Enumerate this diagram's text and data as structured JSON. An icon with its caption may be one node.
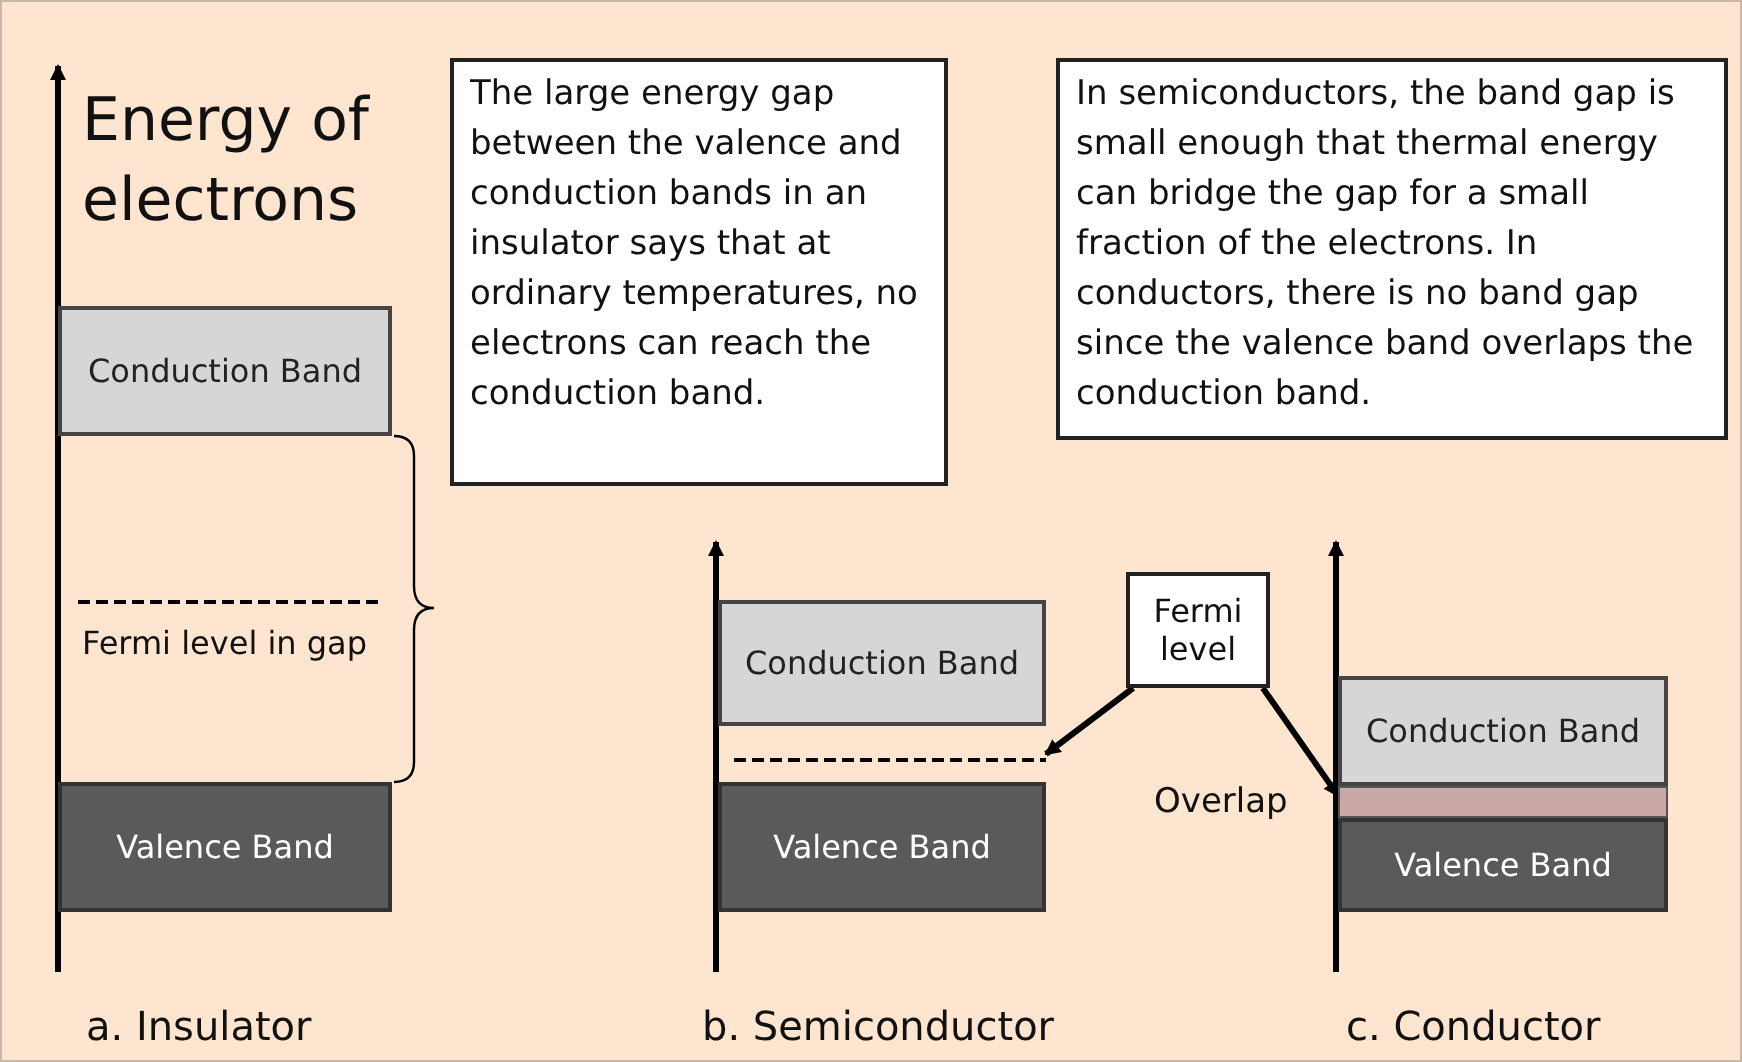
{
  "diagram": {
    "nodes": [
      {
        "text": [
          "Conduction Band"
        ]
      },
      {
        "text": [
          "Valence Band"
        ]
      },
      {
        "text": [
          "The large energy gap between the valence and conduction bands in an insulator says that at ordinary temperatures, no electrons can reach the conduction band."
        ]
      },
      {
        "text": [
          "In semiconductors, the band gap is small enough that thermal energy can bridge the gap for a small fraction of the electrons. In conductors, there is no band gap since the valence band overlaps the conduction band."
        ]
      },
      {
        "text": [
          "Conduction Band"
        ]
      },
      {
        "text": [
          "Valence Band"
        ]
      },
      {
        "text": [
          "Fermi level"
        ]
      },
      {
        "text": [],
        "shape": "line"
      },
      {
        "text": [
          "Conduction Band"
        ]
      },
      {
        "text": [],
        "shape": "bar",
        "beside": [
          "Overlap"
        ]
      },
      {
        "text": [
          "Valence Band"
        ]
      }
    ],
    "edges": [
      {
        "from": 6,
        "to": 7,
        "arrow": "to"
      },
      {
        "from": 6,
        "to": 9,
        "arrow": "to"
      }
    ],
    "labels": [
      "Energy of electrons",
      "Fermi level in gap",
      "a. Insulator",
      "b. Semiconductor",
      "c. Conductor"
    ]
  }
}
